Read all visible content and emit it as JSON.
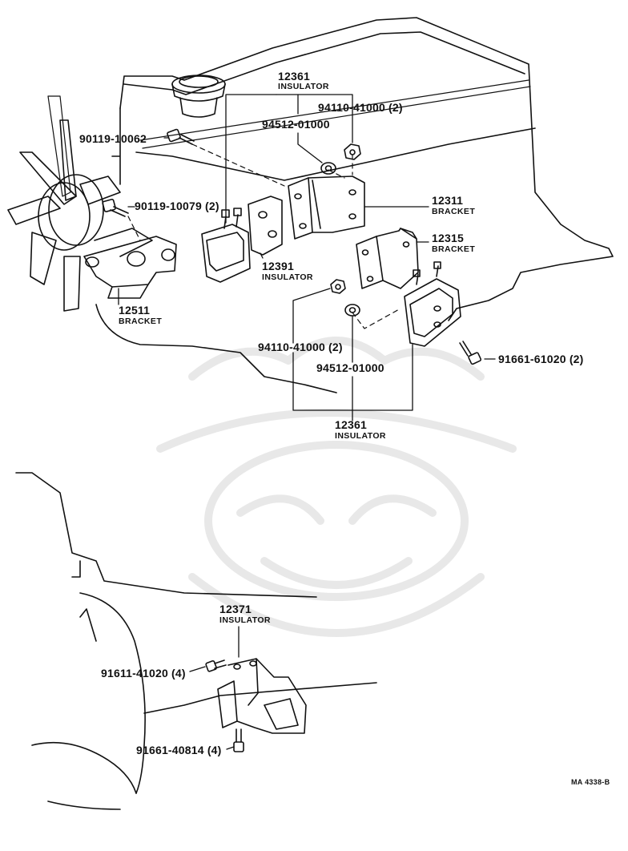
{
  "labels": {
    "insulator_top_num": "12361",
    "insulator_top_name": "INSULATOR",
    "nut_top_num": "94110-41000 (2)",
    "washer_top_num": "94512-01000",
    "bolt_a_num": "90119-10062",
    "bolt_b_num": "90119-10079 (2)",
    "bracket_left_num": "12311",
    "bracket_left_name": "BRACKET",
    "bracket_right_num": "12315",
    "bracket_right_name": "BRACKET",
    "insulator_mid_num": "12391",
    "insulator_mid_name": "INSULATOR",
    "bracket_front_num": "12511",
    "bracket_front_name": "BRACKET",
    "nut_low_num": "94110-41000 (2)",
    "washer_low_num": "94512-01000",
    "bolt_right_num": "91661-61020 (2)",
    "insulator_low_num": "12361",
    "insulator_low_name": "INSULATOR",
    "insulator_rear_num": "12371",
    "insulator_rear_name": "INSULATOR",
    "bolt_rear_a_num": "91611-41020 (4)",
    "bolt_rear_b_num": "91661-40814 (4)",
    "drawing_code": "MA 4338-B"
  }
}
